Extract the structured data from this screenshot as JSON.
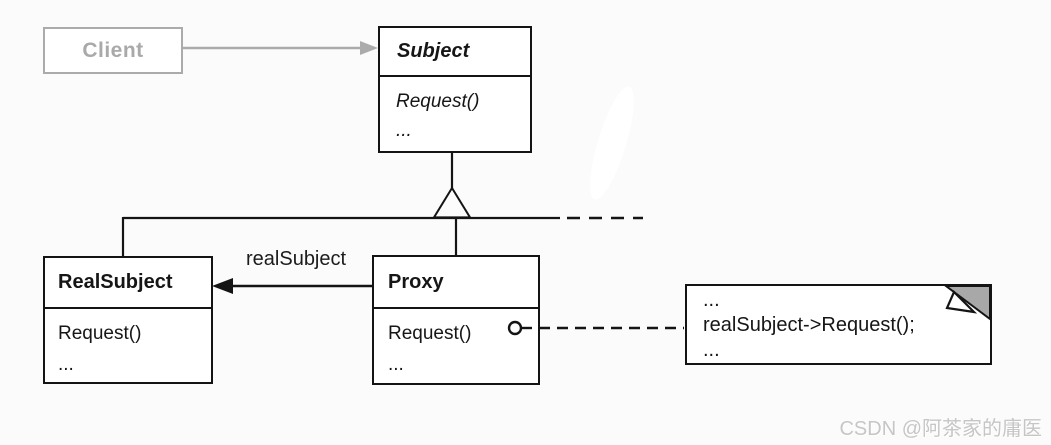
{
  "colors": {
    "background": "#fbfbfb",
    "line_black": "#141414",
    "muted_gray": "#ababab",
    "note_fold_gray": "#a8a8a8",
    "watermark_gray": "#c6c6c6"
  },
  "classes": {
    "client": {
      "name": "Client"
    },
    "subject": {
      "name": "Subject",
      "methods": [
        "Request()",
        "..."
      ]
    },
    "real_subject": {
      "name": "RealSubject",
      "methods": [
        "Request()",
        "..."
      ]
    },
    "proxy": {
      "name": "Proxy",
      "methods": [
        "Request()",
        "..."
      ]
    }
  },
  "relations": {
    "proxy_to_real_subject_label": "realSubject"
  },
  "note": {
    "lines": [
      "...",
      "realSubject->Request();",
      "..."
    ]
  },
  "watermark": "CSDN @阿茶家的庸医"
}
